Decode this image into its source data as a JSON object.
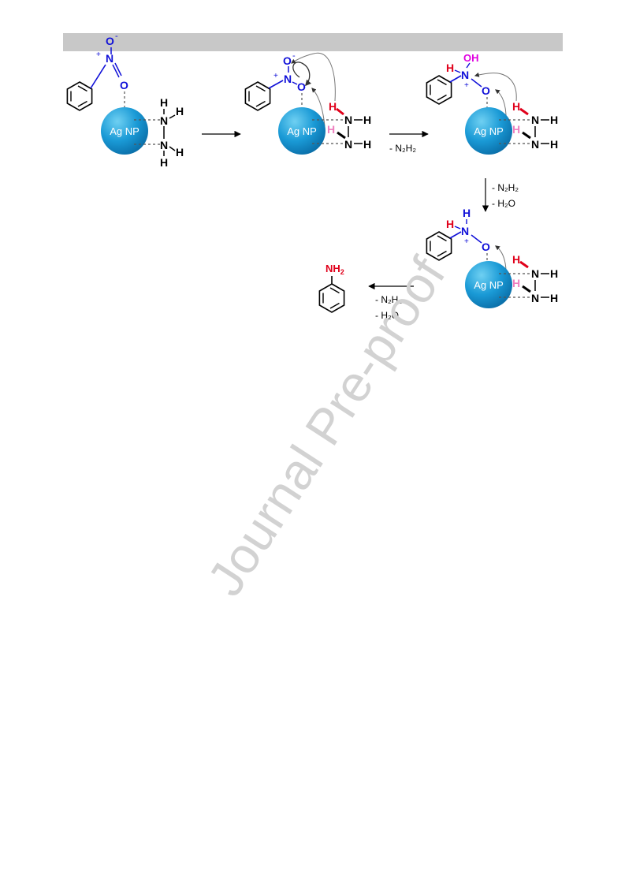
{
  "nanoparticle_label": "Ag NP",
  "labels": {
    "N": "N",
    "O": "O",
    "H": "H",
    "OH": "OH",
    "NH2": "NH",
    "two": "2",
    "plus": "+",
    "minus": "-"
  },
  "steps": {
    "step2_byproduct": "- N₂H₂",
    "step3_byproduct_1": "- N₂H₂",
    "step3_byproduct_2": "- H₂O",
    "step4_byproduct_1": "- N₂H₂",
    "step4_byproduct_2": "- H₂O"
  },
  "watermark": "Journal Pre-proof",
  "colors": {
    "nitro_blue": "#1010d8",
    "hydrogen_red": "#e0001a",
    "hydrogen_pink": "#ee7fbf",
    "hydroxyl_magenta": "#e000e0",
    "silver_np": "#1a9ad6"
  }
}
